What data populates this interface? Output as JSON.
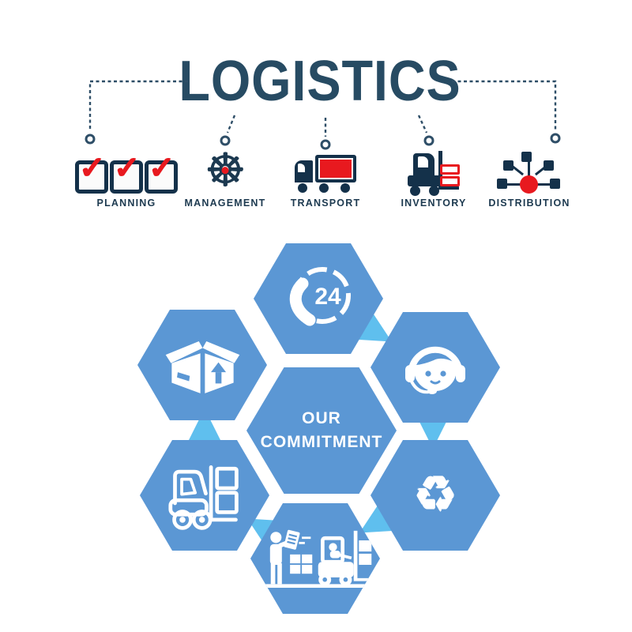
{
  "title": "LOGISTICS",
  "top_section": {
    "items": [
      {
        "label": "PLANNING",
        "icon": "checklist-icon",
        "check_glyph": "✓"
      },
      {
        "label": "MANAGEMENT",
        "icon": "ship-wheel-icon",
        "glyph": "☸"
      },
      {
        "label": "TRANSPORT",
        "icon": "cargo-truck-icon"
      },
      {
        "label": "INVENTORY",
        "icon": "forklift-boxes-icon"
      },
      {
        "label": "DISTRIBUTION",
        "icon": "distribution-network-icon"
      }
    ]
  },
  "hexagon_section": {
    "center": {
      "label_line1": "OUR",
      "label_line2": "COMMITMENT"
    },
    "satellites": [
      {
        "position": "top",
        "icon": "phone-24h-support-icon",
        "badge": "24"
      },
      {
        "position": "top-right",
        "icon": "customer-support-headset-icon"
      },
      {
        "position": "bottom-right",
        "icon": "recycle-icon",
        "glyph": "♻"
      },
      {
        "position": "bottom",
        "icon": "warehouse-loading-icon"
      },
      {
        "position": "bottom-left",
        "icon": "forklift-outline-icon"
      },
      {
        "position": "top-left",
        "icon": "open-box-arrow-icon"
      }
    ]
  },
  "colors": {
    "hexagon_blue": "#5b97d4",
    "arrow_light_blue": "#5fbfee",
    "title_navy": "#274b63",
    "icon_navy": "#14314a",
    "accent_red": "#e8191f",
    "icon_white": "#ffffff"
  }
}
